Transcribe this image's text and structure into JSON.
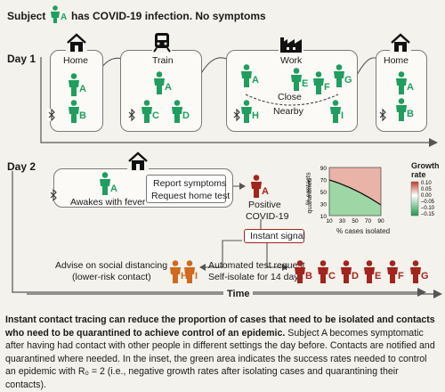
{
  "header": {
    "subject_word": "Subject",
    "subject_letter": "A",
    "subject_status": "has COVID-19 infection. No symptoms"
  },
  "day1": {
    "label": "Day 1",
    "locations": {
      "home": "Home",
      "train": "Train",
      "work": "Work",
      "home2": "Home"
    },
    "people": {
      "home_a": "A",
      "home_b": "B",
      "train_a": "A",
      "train_c": "C",
      "train_d": "D",
      "work_a": "A",
      "work_e": "E",
      "work_f": "F",
      "work_g": "G",
      "work_h": "H",
      "work_i": "I",
      "home2_a": "A",
      "home2_b": "B"
    },
    "close_label": "Close",
    "nearby_label": "Nearby"
  },
  "day2": {
    "label": "Day 2",
    "awake_letter": "A",
    "awake_text": "Awakes with fever",
    "report_line1": "Report symptoms",
    "report_line2": "Request home test",
    "positive_letter": "A",
    "positive_line1": "Positive",
    "positive_line2": "COVID-19",
    "instant_signal": "Instant signal",
    "advise_line1": "Advise on social distancing",
    "advise_line2": "(lower-risk contact)",
    "advise_h": "H",
    "advise_i": "I",
    "auto_line1": "Automated test request",
    "auto_line2": "Self-isolate for 14 days",
    "iso_letters": [
      "B",
      "C",
      "D",
      "E",
      "F",
      "G"
    ]
  },
  "time_label": "Time",
  "inset": {
    "ylabel_line1": "% contacts",
    "ylabel_line2": "quarantined",
    "xlabel": "% cases isolated",
    "yticks": [
      "90",
      "70",
      "50",
      "30",
      "10"
    ],
    "xticks": [
      "10",
      "30",
      "50",
      "70",
      "90"
    ],
    "legend_title_line1": "Growth",
    "legend_title_line2": "rate",
    "legend_values": [
      "0.10",
      "0.05",
      "0.00",
      "–0.05",
      "–0.10",
      "–0.15"
    ],
    "colors": {
      "positive": "#c0392b",
      "negative": "#1e9a4a"
    }
  },
  "caption": {
    "bold": "Instant contact tracing can reduce the proportion of cases that need to be isolated and contacts who need to be quarantined to achieve control of an epidemic.",
    "body": "Subject A becomes symptomatic after having had contact with other people in different settings the day before. Contacts are notified and quarantined where needed. In the inset, the green area indicates the success rates needed to control an epidemic with R₀ = 2 (i.e., negative growth rates after isolating cases and quarantining their contacts)."
  },
  "colors": {
    "green": "#1f9e5f",
    "red": "#a3241d",
    "orange": "#d2691e",
    "frame": "#6d6d6d"
  }
}
